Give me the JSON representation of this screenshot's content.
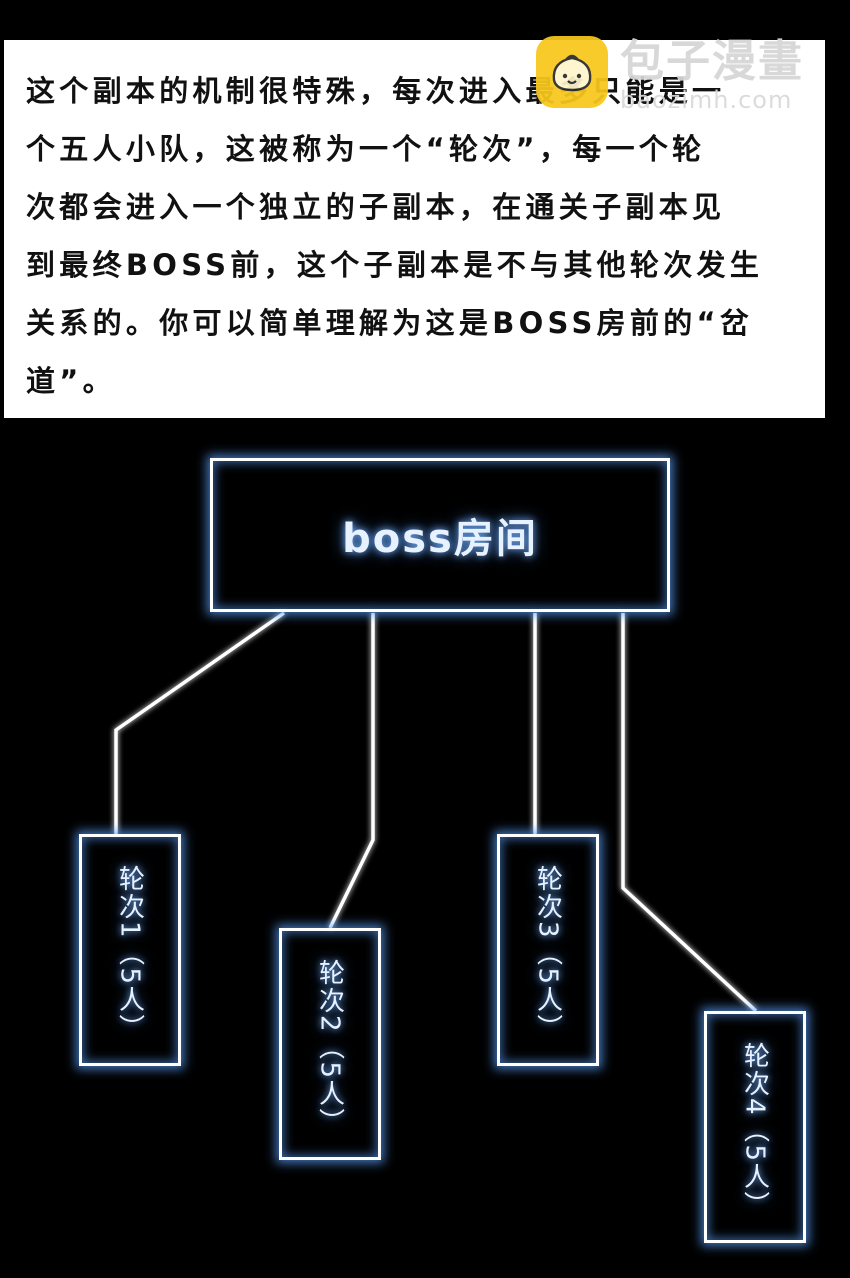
{
  "text_panel": {
    "lines": [
      "这个副本的机制很特殊，每次进入最多只能是一",
      "个五人小队，这被称为一个“轮次”，每一个轮",
      "次都会进入一个独立的子副本，在通关子副本见",
      "到最终BOSS前，这个子副本是不与其他轮次发生",
      "关系的。你可以简单理解为这是BOSS房前的“岔",
      "道”。"
    ]
  },
  "watermark": {
    "name": "包子漫畫",
    "url": "baozimh.com",
    "icon": "bun-mascot-icon",
    "icon_color": "#f8c81c"
  },
  "diagram": {
    "glow_color": "#5aa0ff",
    "line_color": "#ffffff",
    "root": {
      "label": "boss房间"
    },
    "leaves": [
      {
        "label": "轮次1（5人）"
      },
      {
        "label": "轮次2（5人）"
      },
      {
        "label": "轮次3（5人）"
      },
      {
        "label": "轮次4（5人）"
      }
    ]
  }
}
